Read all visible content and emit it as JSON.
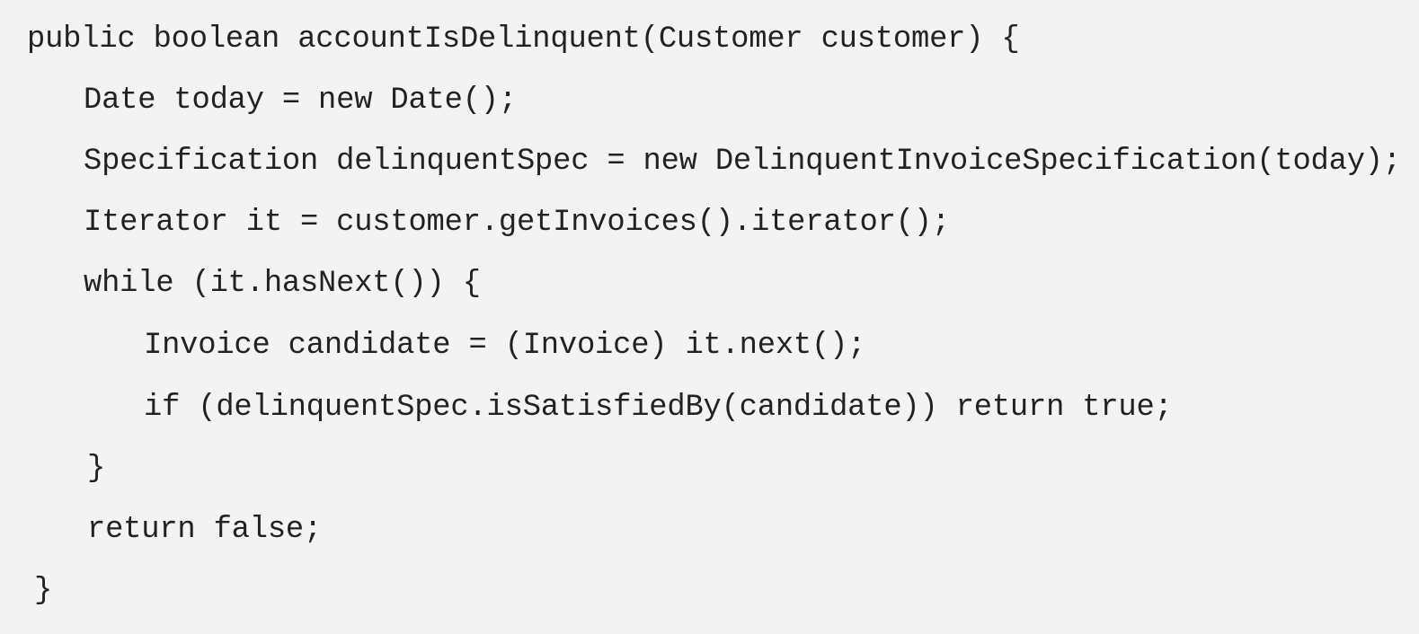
{
  "code": {
    "lines": [
      "public boolean accountIsDelinquent(Customer customer) {",
      "Date today = new Date();",
      "Specification delinquentSpec = new DelinquentInvoiceSpecification(today);",
      "Iterator it = customer.getInvoices().iterator();",
      "while (it.hasNext()) {",
      "Invoice candidate = (Invoice) it.next();",
      "if (delinquentSpec.isSatisfiedBy(candidate)) return true;",
      "}",
      "return false;",
      "}"
    ]
  }
}
